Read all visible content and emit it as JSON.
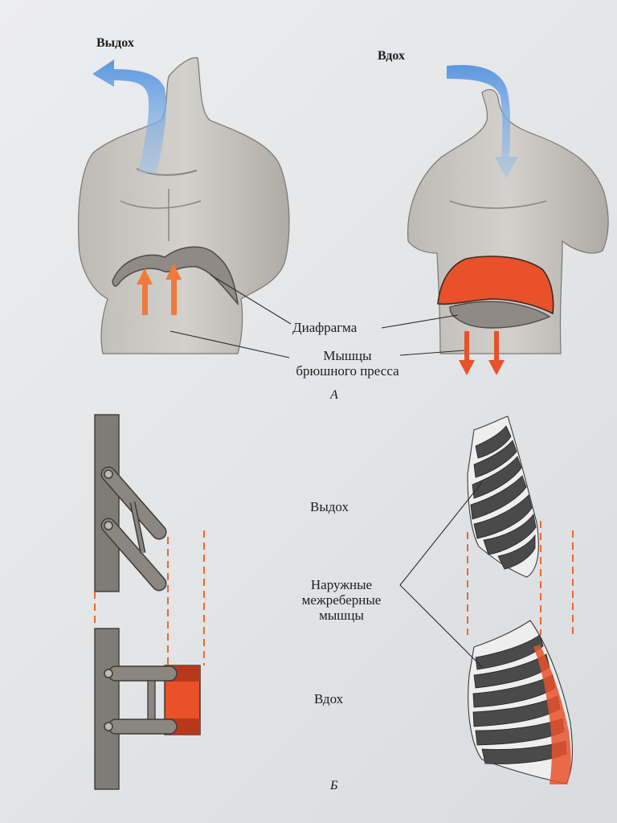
{
  "panel_a": {
    "exhale_title": "Выдох",
    "inhale_title": "Вдох",
    "diaphragm_label": "Диафрагма",
    "abdominal_label_line1": "Мышцы",
    "abdominal_label_line2": "брюшного пресса",
    "panel_letter": "А"
  },
  "panel_b": {
    "exhale_label": "Выдох",
    "intercostal_line1": "Наружные",
    "intercostal_line2": "межреберные",
    "intercostal_line3": "мышцы",
    "inhale_label": "Вдох",
    "panel_letter": "Б"
  },
  "colors": {
    "air_arrow": "#6aa2e0",
    "muscle_red": "#e8512a",
    "diaphragm_gray": "#8f8b84",
    "skin_gray": "#a7a39d",
    "dashed_orange": "#e86a2d"
  }
}
